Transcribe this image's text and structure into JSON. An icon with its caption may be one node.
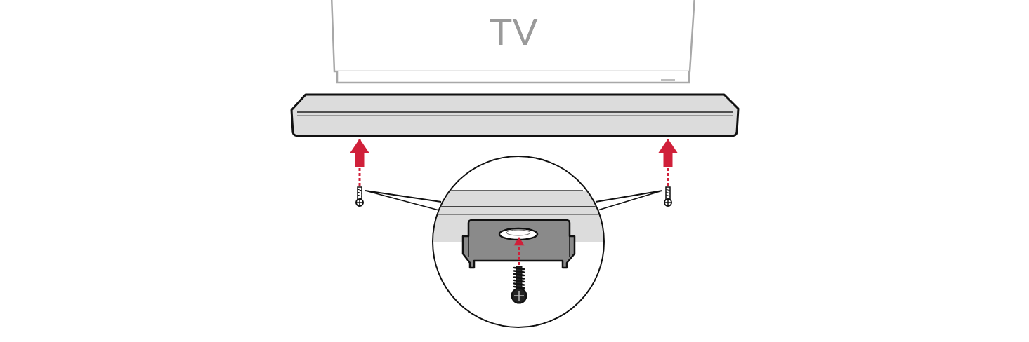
{
  "diagram": {
    "nodes": [
      {
        "text": [
          "TV"
        ]
      },
      {
        "text": [],
        "shape": "picture"
      },
      {
        "text": [],
        "shape": "picture"
      },
      {
        "text": [],
        "shape": "picture"
      },
      {
        "text": [],
        "shape": "circle"
      },
      {
        "text": [],
        "shape": "ellipse",
        "in": 4
      },
      {
        "text": [],
        "shape": "picture",
        "in": 4
      }
    ],
    "edges": [
      {
        "from": 2,
        "to": 1,
        "arrow": "to",
        "style": "dashed",
        "color": "#d0203a"
      },
      {
        "from": 3,
        "to": 1,
        "arrow": "to",
        "style": "dashed",
        "color": "#d0203a"
      },
      {
        "from": 6,
        "to": 5,
        "arrow": "to",
        "style": "dashed",
        "color": "#d0203a"
      },
      {
        "from": 2,
        "to": 4,
        "arrow": "none",
        "color": "#111111"
      },
      {
        "from": 3,
        "to": 4,
        "arrow": "none",
        "color": "#111111"
      }
    ]
  }
}
